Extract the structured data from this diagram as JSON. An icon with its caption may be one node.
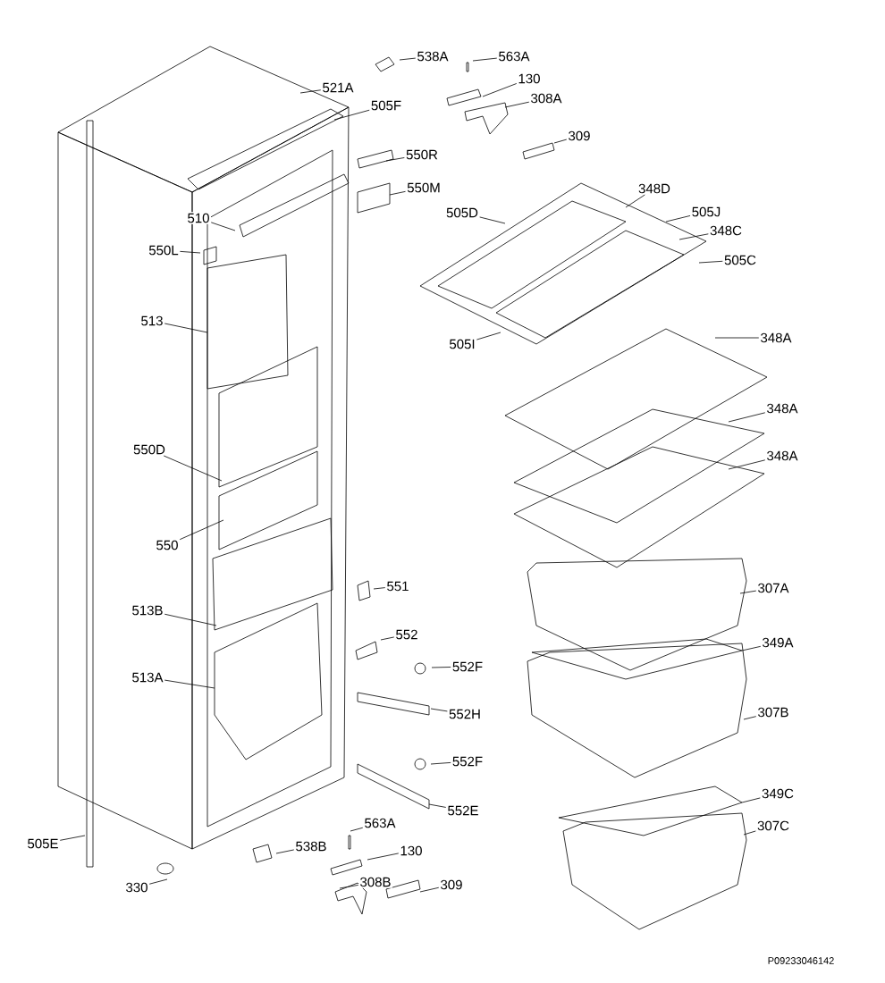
{
  "diagram": {
    "nodes": [
      {
        "text": [
          "538A"
        ]
      },
      {
        "text": [
          "563A"
        ]
      },
      {
        "text": [
          "521A"
        ]
      },
      {
        "text": [
          "130"
        ]
      },
      {
        "text": [
          "308A"
        ]
      },
      {
        "text": [
          "505F"
        ]
      },
      {
        "text": [
          "309"
        ]
      },
      {
        "text": [
          "550R"
        ]
      },
      {
        "text": [
          "550M"
        ]
      },
      {
        "text": [
          "348D"
        ]
      },
      {
        "text": [
          "505D"
        ]
      },
      {
        "text": [
          "505J"
        ]
      },
      {
        "text": [
          "348C"
        ]
      },
      {
        "text": [
          "510"
        ]
      },
      {
        "text": [
          "550L"
        ]
      },
      {
        "text": [
          "505C"
        ]
      },
      {
        "text": [
          "513"
        ]
      },
      {
        "text": [
          "505I"
        ]
      },
      {
        "text": [
          "348A"
        ]
      },
      {
        "text": [
          "348A"
        ]
      },
      {
        "text": [
          "348A"
        ]
      },
      {
        "text": [
          "550D"
        ]
      },
      {
        "text": [
          "550"
        ]
      },
      {
        "text": [
          "551"
        ]
      },
      {
        "text": [
          "307A"
        ]
      },
      {
        "text": [
          "513B"
        ]
      },
      {
        "text": [
          "552"
        ]
      },
      {
        "text": [
          "349A"
        ]
      },
      {
        "text": [
          "552F"
        ]
      },
      {
        "text": [
          "513A"
        ]
      },
      {
        "text": [
          "307B"
        ]
      },
      {
        "text": [
          "552H"
        ]
      },
      {
        "text": [
          "552F"
        ]
      },
      {
        "text": [
          "349C"
        ]
      },
      {
        "text": [
          "552E"
        ]
      },
      {
        "text": [
          "563A"
        ]
      },
      {
        "text": [
          "505E"
        ]
      },
      {
        "text": [
          "130"
        ]
      },
      {
        "text": [
          "538B"
        ]
      },
      {
        "text": [
          "307C"
        ]
      },
      {
        "text": [
          "308B"
        ]
      },
      {
        "text": [
          "309"
        ]
      },
      {
        "text": [
          "330"
        ]
      }
    ],
    "edges": [
      {
        "from": 0,
        "to": null,
        "arrow": "none"
      },
      {
        "from": 1,
        "to": null,
        "arrow": "none"
      },
      {
        "from": 2,
        "to": null,
        "arrow": "none"
      },
      {
        "from": 3,
        "to": null,
        "arrow": "none"
      },
      {
        "from": 4,
        "to": null,
        "arrow": "none"
      },
      {
        "from": 5,
        "to": null,
        "arrow": "none"
      },
      {
        "from": 6,
        "to": null,
        "arrow": "none"
      },
      {
        "from": 7,
        "to": null,
        "arrow": "none"
      },
      {
        "from": 8,
        "to": null,
        "arrow": "none"
      },
      {
        "from": 9,
        "to": null,
        "arrow": "none"
      },
      {
        "from": 10,
        "to": null,
        "arrow": "none"
      },
      {
        "from": 11,
        "to": null,
        "arrow": "none"
      },
      {
        "from": 12,
        "to": null,
        "arrow": "none"
      },
      {
        "from": 13,
        "to": null,
        "arrow": "none"
      },
      {
        "from": 14,
        "to": null,
        "arrow": "none"
      },
      {
        "from": 15,
        "to": null,
        "arrow": "none"
      },
      {
        "from": 16,
        "to": null,
        "arrow": "none"
      },
      {
        "from": 17,
        "to": null,
        "arrow": "none"
      },
      {
        "from": 18,
        "to": null,
        "arrow": "none"
      },
      {
        "from": 19,
        "to": null,
        "arrow": "none"
      },
      {
        "from": 20,
        "to": null,
        "arrow": "none"
      },
      {
        "from": 21,
        "to": null,
        "arrow": "none"
      },
      {
        "from": 22,
        "to": null,
        "arrow": "none"
      },
      {
        "from": 23,
        "to": null,
        "arrow": "none"
      },
      {
        "from": 24,
        "to": null,
        "arrow": "none"
      },
      {
        "from": 25,
        "to": null,
        "arrow": "none"
      },
      {
        "from": 26,
        "to": null,
        "arrow": "none"
      },
      {
        "from": 27,
        "to": null,
        "arrow": "none"
      },
      {
        "from": 28,
        "to": null,
        "arrow": "none"
      },
      {
        "from": 29,
        "to": null,
        "arrow": "none"
      },
      {
        "from": 30,
        "to": null,
        "arrow": "none"
      },
      {
        "from": 31,
        "to": null,
        "arrow": "none"
      },
      {
        "from": 32,
        "to": null,
        "arrow": "none"
      },
      {
        "from": 33,
        "to": null,
        "arrow": "none"
      },
      {
        "from": 34,
        "to": null,
        "arrow": "none"
      },
      {
        "from": 35,
        "to": null,
        "arrow": "none"
      },
      {
        "from": 36,
        "to": null,
        "arrow": "none"
      },
      {
        "from": 37,
        "to": null,
        "arrow": "none"
      },
      {
        "from": 38,
        "to": null,
        "arrow": "none"
      },
      {
        "from": 39,
        "to": null,
        "arrow": "none"
      },
      {
        "from": 40,
        "to": null,
        "arrow": "none"
      },
      {
        "from": 41,
        "to": null,
        "arrow": "none"
      },
      {
        "from": 42,
        "to": null,
        "arrow": "none"
      }
    ],
    "labels": [
      "P09233046142"
    ]
  }
}
